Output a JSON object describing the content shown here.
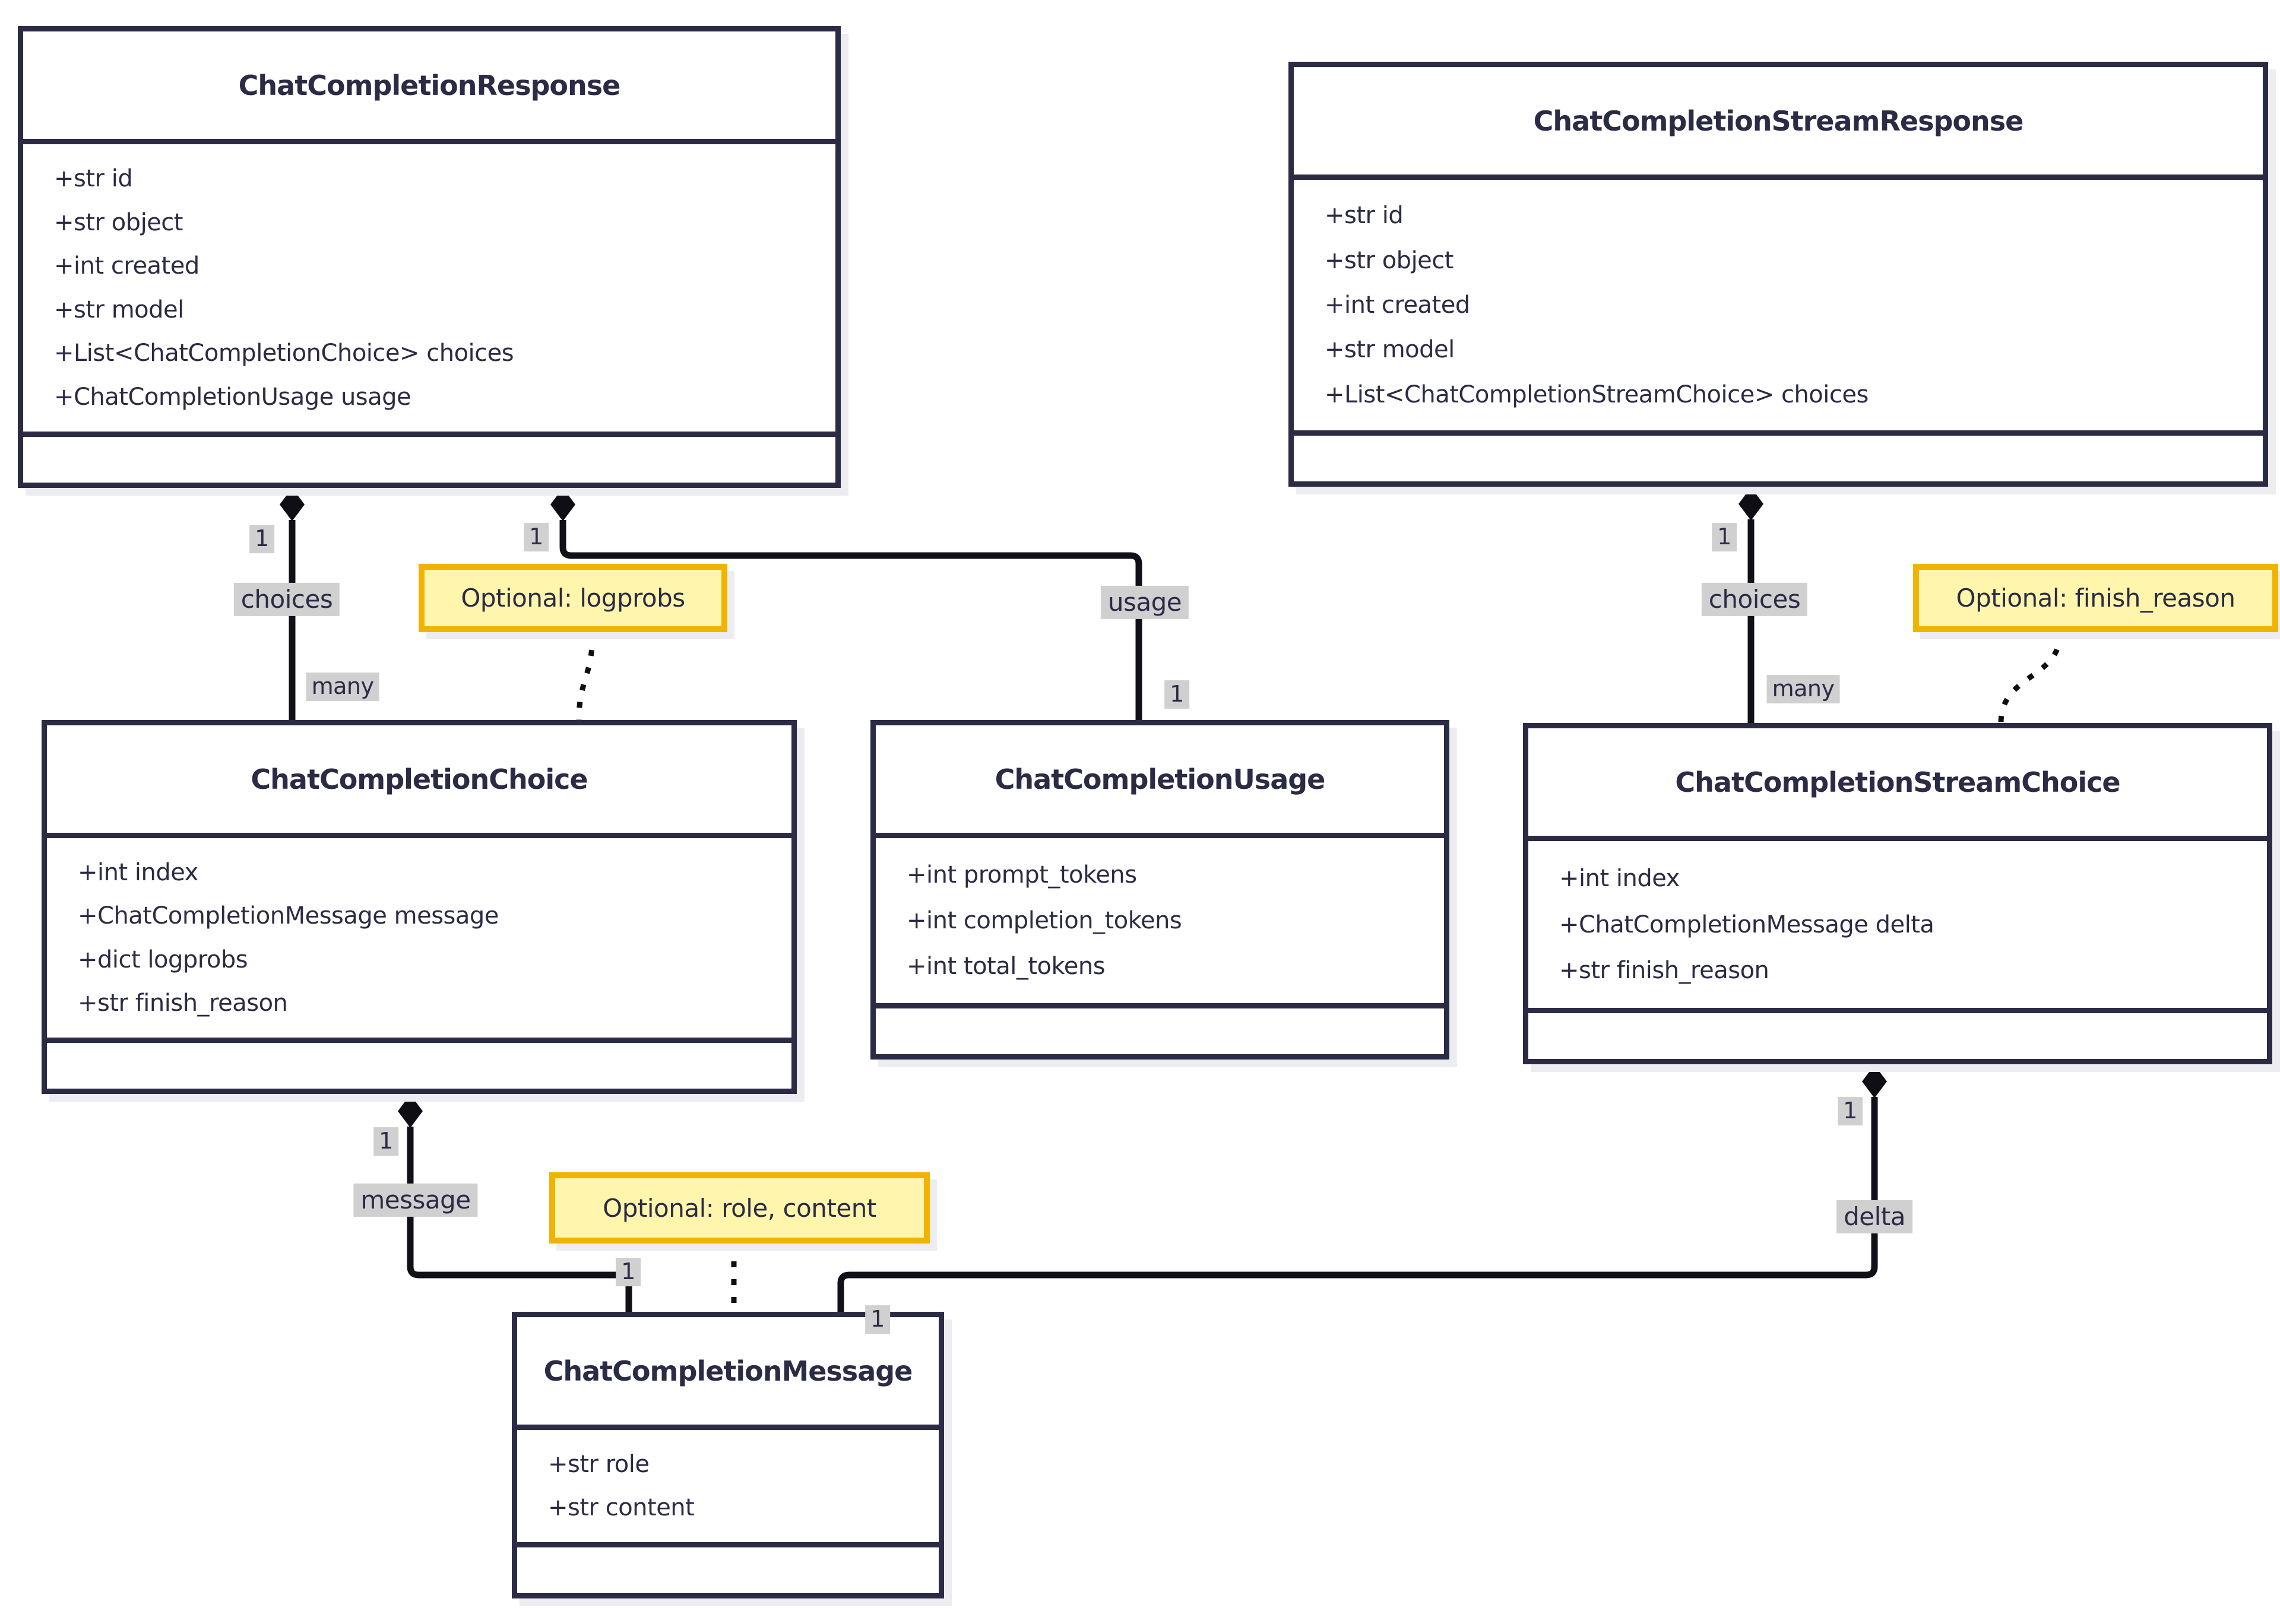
{
  "diagram": {
    "classes": {
      "response": {
        "title": "ChatCompletionResponse",
        "attrs": [
          "+str id",
          "+str object",
          "+int created",
          "+str model",
          "+List<ChatCompletionChoice> choices",
          "+ChatCompletionUsage usage"
        ]
      },
      "stream_response": {
        "title": "ChatCompletionStreamResponse",
        "attrs": [
          "+str id",
          "+str object",
          "+int created",
          "+str model",
          "+List<ChatCompletionStreamChoice> choices"
        ]
      },
      "choice": {
        "title": "ChatCompletionChoice",
        "attrs": [
          "+int index",
          "+ChatCompletionMessage message",
          "+dict logprobs",
          "+str finish_reason"
        ]
      },
      "usage": {
        "title": "ChatCompletionUsage",
        "attrs": [
          "+int prompt_tokens",
          "+int completion_tokens",
          "+int total_tokens"
        ]
      },
      "stream_choice": {
        "title": "ChatCompletionStreamChoice",
        "attrs": [
          "+int index",
          "+ChatCompletionMessage delta",
          "+str finish_reason"
        ]
      },
      "message": {
        "title": "ChatCompletionMessage",
        "attrs": [
          "+str role",
          "+str content"
        ]
      }
    },
    "notes": {
      "logprobs": "Optional: logprobs",
      "finish_reason": "Optional: finish_reason",
      "role_content": "Optional: role, content"
    },
    "edge_labels": {
      "one": "1",
      "many": "many",
      "choices": "choices",
      "usage": "usage",
      "message": "message",
      "delta": "delta"
    },
    "relations": [
      "ChatCompletionResponse *-- ChatCompletionChoice : choices (1..many)",
      "ChatCompletionResponse *-- ChatCompletionUsage : usage (1..1)",
      "ChatCompletionStreamResponse *-- ChatCompletionStreamChoice : choices (1..many)",
      "ChatCompletionChoice *-- ChatCompletionMessage : message (1..1)",
      "ChatCompletionStreamChoice *-- ChatCompletionMessage : delta (1..1)"
    ],
    "colors": {
      "background": "#ffffff",
      "class_border": "#2b2b45",
      "text": "#2b2b45",
      "edge": "#101018",
      "label_bg": "#d0d0d0",
      "note_bg": "#fff5ad",
      "note_border": "#f0b400",
      "shadow": "#ededf1"
    }
  }
}
